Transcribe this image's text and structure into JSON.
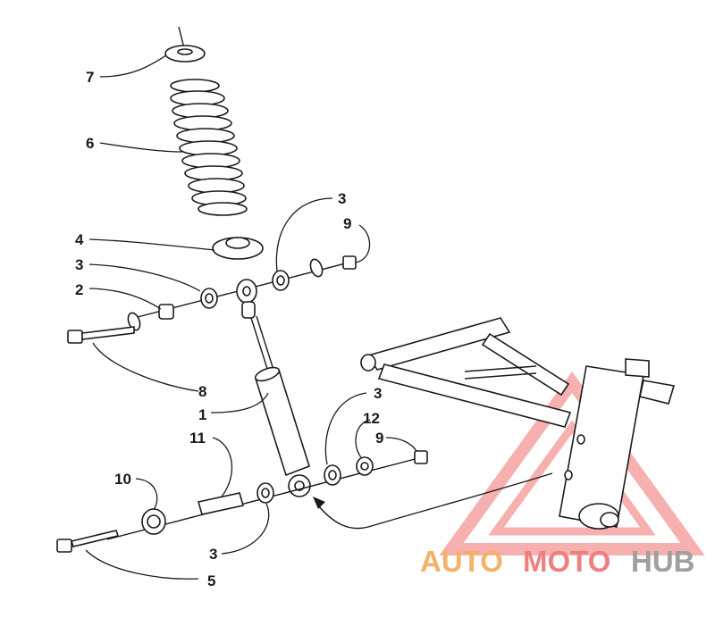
{
  "diagram": {
    "callouts": [
      {
        "id": "c7",
        "text": "7"
      },
      {
        "id": "c6",
        "text": "6"
      },
      {
        "id": "c4",
        "text": "4"
      },
      {
        "id": "c3a",
        "text": "3"
      },
      {
        "id": "c2",
        "text": "2"
      },
      {
        "id": "c3b",
        "text": "3"
      },
      {
        "id": "c9a",
        "text": "9"
      },
      {
        "id": "c8",
        "text": "8"
      },
      {
        "id": "c1",
        "text": "1"
      },
      {
        "id": "c11",
        "text": "11"
      },
      {
        "id": "c3c",
        "text": "3"
      },
      {
        "id": "c12",
        "text": "12"
      },
      {
        "id": "c9b",
        "text": "9"
      },
      {
        "id": "c10",
        "text": "10"
      },
      {
        "id": "c3d",
        "text": "3"
      },
      {
        "id": "c5",
        "text": "5"
      }
    ]
  },
  "watermark": {
    "part1": "AUTO",
    "part2": "MOTO",
    "part3": "HUB",
    "color_auto": "#f5b16a",
    "color_moto": "#f08080",
    "color_hub": "#a0a0a0"
  }
}
